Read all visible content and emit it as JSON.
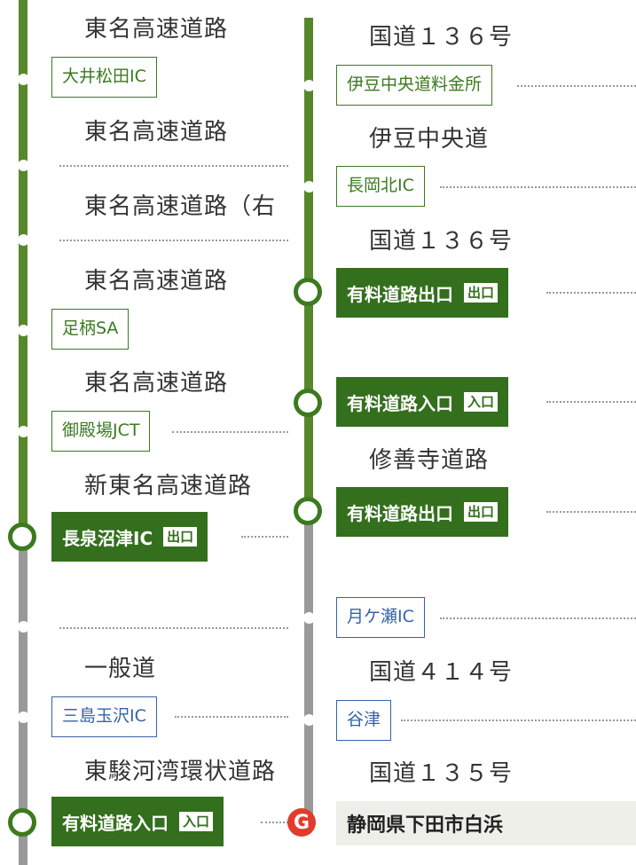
{
  "colors": {
    "toll_road": "#56882b",
    "general_road": "#999999",
    "toll_box": "#336f1c",
    "ic_green": "#3b7a1e",
    "ic_blue": "#3563a8",
    "goal": "#e03c2c"
  },
  "left": {
    "roads": [
      "東名高速道路",
      "東名高速道路",
      "東名高速道路（右",
      "東名高速道路",
      "東名高速道路",
      "新東名高速道路",
      "一般道",
      "東駿河湾環状道路"
    ],
    "points": {
      "ooi_matsuda": "大井松田IC",
      "ashigara": "足柄SA",
      "gotemba": "御殿場JCT",
      "nagaizumi": {
        "label": "長泉沼津IC",
        "tag": "出口"
      },
      "mishima": "三島玉沢IC",
      "toll_entry": {
        "label": "有料道路入口",
        "tag": "入口"
      }
    }
  },
  "right": {
    "roads": [
      "国道１３６号",
      "伊豆中央道",
      "国道１３６号",
      "修善寺道路",
      "国道４１４号",
      "国道１３５号"
    ],
    "points": {
      "izu_toll": "伊豆中央道料金所",
      "nagaoka_kita": "長岡北IC",
      "exit1": {
        "label": "有料道路出口",
        "tag": "出口"
      },
      "entry2": {
        "label": "有料道路入口",
        "tag": "入口"
      },
      "exit2": {
        "label": "有料道路出口",
        "tag": "出口"
      },
      "tsukigase": "月ケ瀬IC",
      "yazu": "谷津",
      "goal": {
        "icon": "G",
        "label": "静岡県下田市白浜"
      }
    }
  }
}
